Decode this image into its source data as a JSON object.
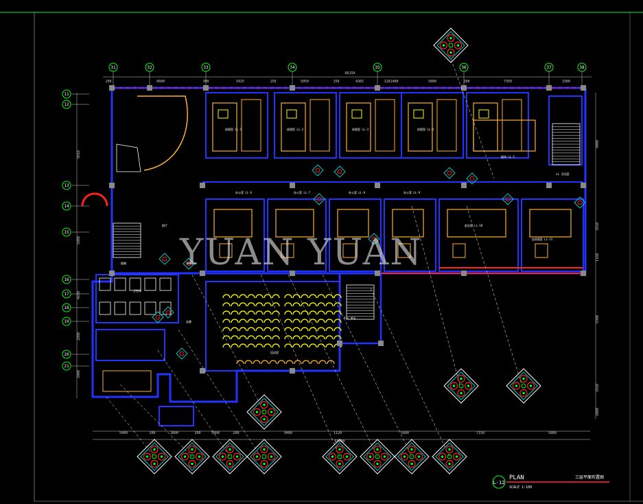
{
  "watermark": "YUAN YUAN",
  "title_block": {
    "code": "L-12",
    "title": "PLAN",
    "scale": "SCALE 1:100",
    "drawing_name": "三层平面布置图"
  },
  "top_grid_labels": [
    "31",
    "32",
    "33",
    "34",
    "35",
    "36",
    "37",
    "38"
  ],
  "left_grid_labels": [
    "11",
    "12",
    "13",
    "14",
    "15",
    "16",
    "17",
    "18",
    "19",
    "20",
    "21"
  ],
  "top_dimensions": {
    "overall": "66150",
    "segments": [
      "200",
      "4600",
      "300",
      "5425",
      "150",
      "5050",
      "150",
      "4365",
      "1281400",
      "5800",
      "200",
      "7350",
      "3300"
    ]
  },
  "bottom_dimensions": {
    "overall": "65000",
    "segments": [
      "5400",
      "200",
      "3800",
      "200",
      "5800",
      "200",
      "9400",
      "1120",
      "5600",
      "7150",
      "5800"
    ]
  },
  "right_dimensions": [
    "9000",
    "3550",
    "1160",
    "9300",
    "3550",
    "2000"
  ],
  "left_dimensions": [
    "9810",
    "5800",
    "4650",
    "2800",
    "3400"
  ],
  "room_labels": [
    "经理室 LL-1",
    "经理室 LL-2",
    "经理室 LL-3",
    "经理室 LL-4",
    "接待 LL-5",
    "办公室 LL-6",
    "办公室 LL-7",
    "办公室 LL-8",
    "办公室 LL-9",
    "会议室 LL-10",
    "总经理室 LL-11",
    "培训室",
    "卫生间",
    "楼梯",
    "前厅",
    "走廊",
    "Pin 茶水",
    "LL 活动室"
  ],
  "colors": {
    "background": "#000000",
    "wall": "#2233ff",
    "furniture": "#ffb030",
    "seat": "#ffff00",
    "dimension": "#cfcfcf",
    "grid_bubble": "#00ff00",
    "accent_red": "#ff2020",
    "column": "#8a8a8a",
    "lamp_diamond": "#00cccc",
    "title_underline": "#ff3030"
  }
}
